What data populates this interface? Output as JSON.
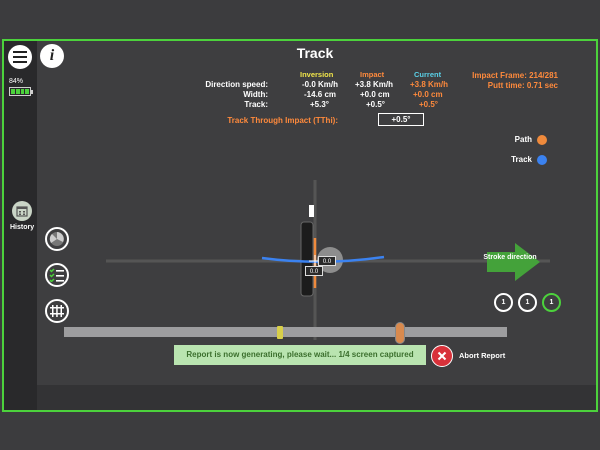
{
  "app": {
    "title": "Track"
  },
  "battery": {
    "level_text": "84%",
    "level": 0.84
  },
  "sidebar": {
    "history_label": "History"
  },
  "columns": {
    "inversion": "Inversion",
    "impact": "Impact",
    "current": "Current"
  },
  "rows": [
    {
      "label": "Direction speed:",
      "inversion": "-0.0 Km/h",
      "impact": "+3.8 Km/h",
      "current": "+3.8 Km/h"
    },
    {
      "label": "Width:",
      "inversion": "-14.6 cm",
      "impact": "+0.0 cm",
      "current": "+0.0 cm"
    },
    {
      "label": "Track:",
      "inversion": "+5.3°",
      "impact": "+0.5°",
      "current": "+0.5°"
    }
  ],
  "impact_frame": "Impact Frame: 214/281",
  "putt_time": "Putt time: 0.71 sec",
  "track_through_impact": {
    "label": "Track Through Impact (TThi):",
    "value": "+0.5°"
  },
  "legend": [
    {
      "label": "Path",
      "color": "#ef8a3c"
    },
    {
      "label": "Track",
      "color": "#3b82f0"
    }
  ],
  "stroke_direction_label": "Stroke direction",
  "readouts": {
    "top": "0.0",
    "bottom": "0.0"
  },
  "counters": [
    {
      "value": "1",
      "color": "#ffffff"
    },
    {
      "value": "1",
      "color": "#ffffff"
    },
    {
      "value": "1",
      "color": "#4cd23c"
    }
  ],
  "status": {
    "message": "Report is now generating, please wait... 1/4 screen captured"
  },
  "abort": {
    "label": "Abort Report"
  },
  "colors": {
    "accent": "#4cd23c",
    "orange": "#ff8a3c",
    "inversion_head": "#f2e64a",
    "current_head": "#5ad1e8"
  }
}
